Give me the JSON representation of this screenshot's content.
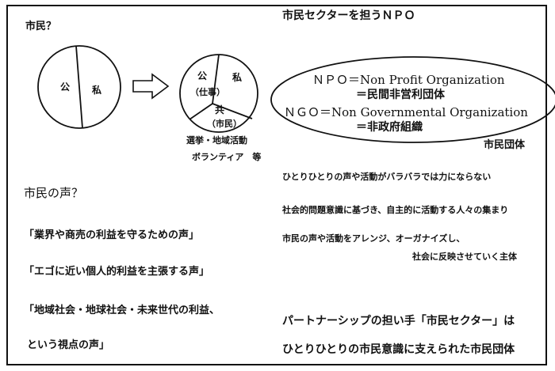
{
  "left": {
    "question": "市民？",
    "circle1": {
      "public": "公",
      "private": "私"
    },
    "circle2": {
      "public": "公",
      "work": "（仕事）",
      "private": "私",
      "common": "共",
      "citizen": "（市民）"
    },
    "activities_line1": "選挙・地域活動",
    "activities_line2": "ボランティア　等",
    "voice_heading": "市民の声？",
    "voices": [
      "「業界や商売の利益を守るための声」",
      "「エゴに近い個人的利益を主張する声」",
      "「地域社会・地球社会・未来世代の利益、",
      "という視点の声」"
    ]
  },
  "right": {
    "heading": "市民セクターを担うＮＰＯ",
    "npo_line": "ＮＰＯ＝Non Profit Organization",
    "npo_jp": "＝民間非営利団体",
    "ngo_line": "ＮＧＯ＝Non Governmental Organization",
    "ngo_jp": "＝非政府組織",
    "group_label": "市民団体",
    "points": [
      "ひとりひとりの声や活動がバラバラでは力にならない",
      "社会的問題意識に基づき、自主的に活動する人々の集まり",
      "市民の声や活動をアレンジ、オーガナイズし、",
      "社会に反映させていく主体"
    ],
    "partnership_line1": "パートナーシップの担い手「市民セクター」は",
    "partnership_line2": "ひとりひとりの市民意識に支えられた市民団体"
  }
}
